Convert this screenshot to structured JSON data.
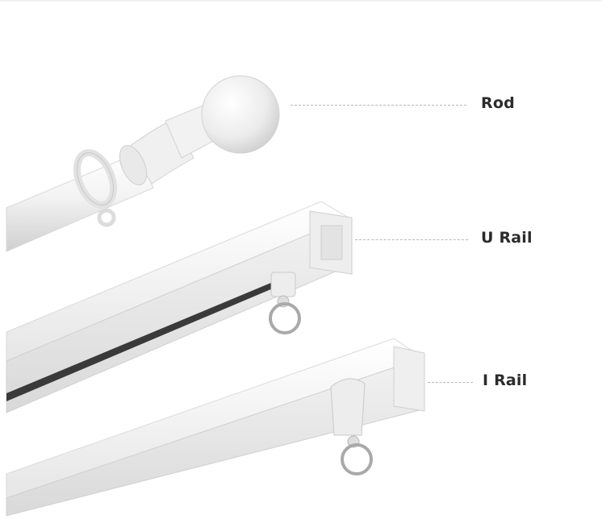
{
  "labels": {
    "rod": "Rod",
    "u_rail": "U Rail",
    "i_rail": "I Rail"
  },
  "colors": {
    "background": "#ffffff",
    "label_text": "#2b2b2b",
    "callout_line": "#b8b8b8",
    "part_white": "#f4f4f4",
    "part_shadow": "#d6d6d6",
    "ring_metal": "#a9a9a9",
    "rail_slot": "#3a3a3a"
  }
}
